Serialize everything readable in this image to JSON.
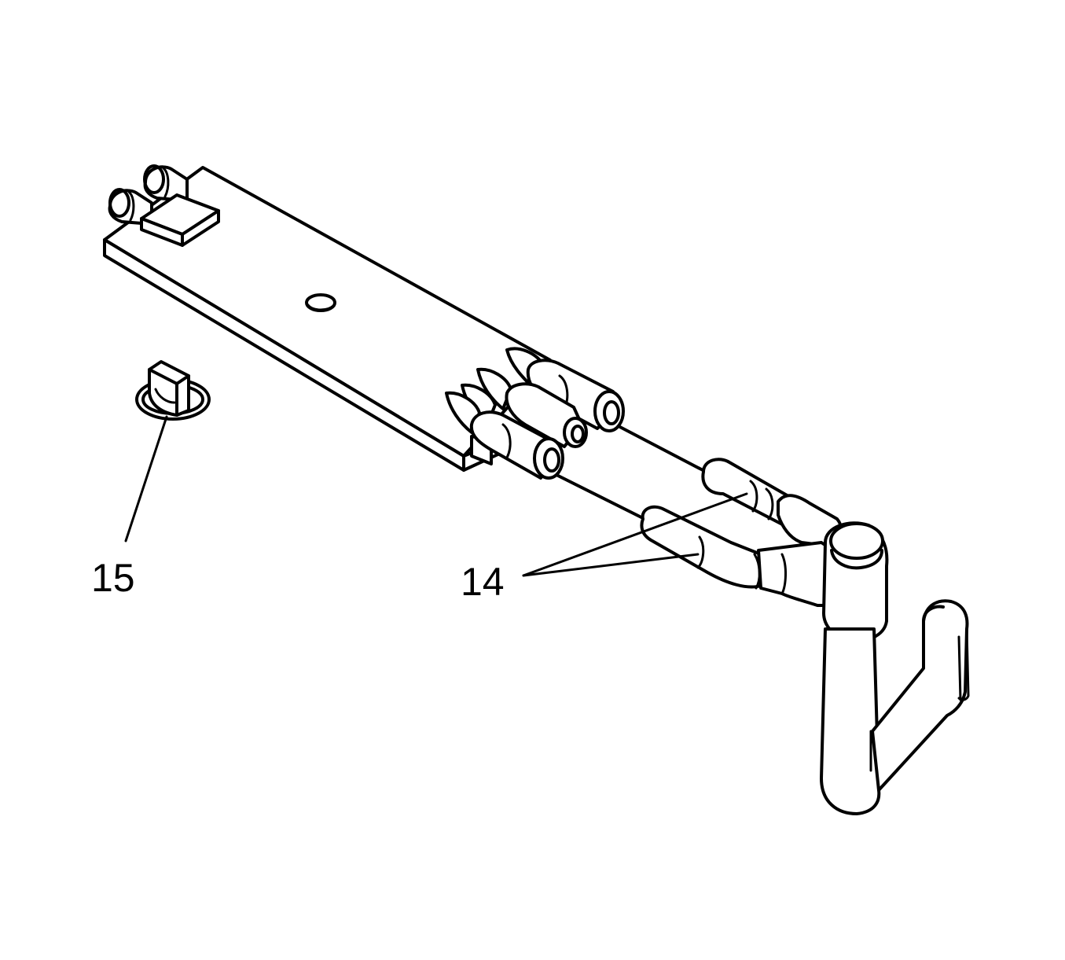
{
  "callouts": [
    {
      "id": "14",
      "label": "14"
    },
    {
      "id": "15",
      "label": "15"
    }
  ],
  "colors": {
    "line": "#000000",
    "background": "#ffffff"
  }
}
